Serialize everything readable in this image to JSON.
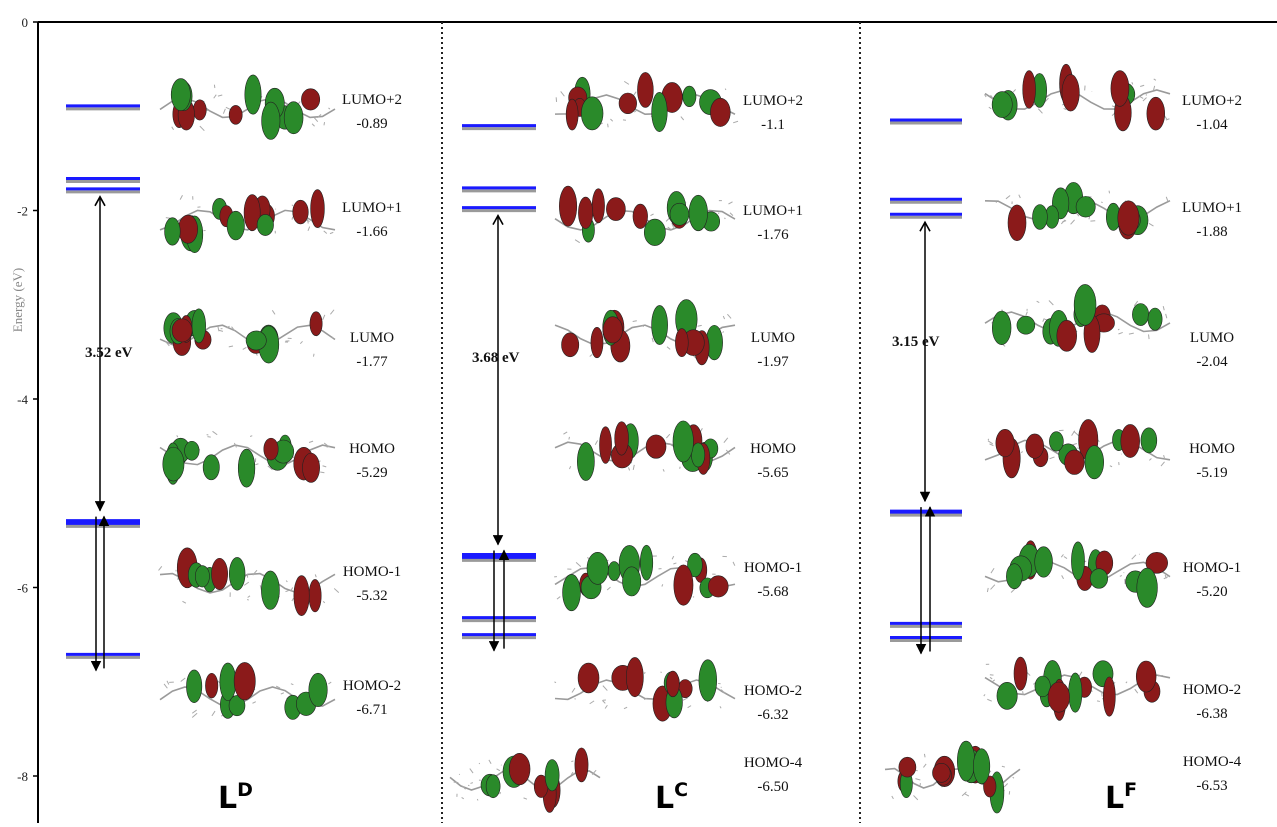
{
  "chart_data": {
    "type": "energy-level diagram",
    "ylabel": "Energy (eV)",
    "ylim": [
      -8.2,
      0
    ],
    "yticks": [
      0,
      -2,
      -4,
      -6,
      -8
    ],
    "grid": false,
    "level_color": "#1a1aff",
    "level_shadow_color": "#9a9a9a",
    "orbital_colors": {
      "positive": "#2a8a2a",
      "negative": "#8b1a1a"
    },
    "panels": [
      {
        "name": "L",
        "superscript": "D",
        "gap_label": "3.52 eV",
        "gap_ev": 3.52,
        "orbitals": [
          {
            "label": "LUMO+2",
            "energy": -0.89,
            "energy_text": "-0.89"
          },
          {
            "label": "LUMO+1",
            "energy": -1.66,
            "energy_text": "-1.66"
          },
          {
            "label": "LUMO",
            "energy": -1.77,
            "energy_text": "-1.77"
          },
          {
            "label": "HOMO",
            "energy": -5.29,
            "energy_text": "-5.29"
          },
          {
            "label": "HOMO-1",
            "energy": -5.32,
            "energy_text": "-5.32"
          },
          {
            "label": "HOMO-2",
            "energy": -6.71,
            "energy_text": "-6.71"
          }
        ]
      },
      {
        "name": "L",
        "superscript": "C",
        "gap_label": "3.68 eV",
        "gap_ev": 3.68,
        "orbitals": [
          {
            "label": "LUMO+2",
            "energy": -1.1,
            "energy_text": "-1.1"
          },
          {
            "label": "LUMO+1",
            "energy": -1.76,
            "energy_text": "-1.76"
          },
          {
            "label": "LUMO",
            "energy": -1.97,
            "energy_text": "-1.97"
          },
          {
            "label": "HOMO",
            "energy": -5.65,
            "energy_text": "-5.65"
          },
          {
            "label": "HOMO-1",
            "energy": -5.68,
            "energy_text": "-5.68"
          },
          {
            "label": "HOMO-2",
            "energy": -6.32,
            "energy_text": "-6.32"
          },
          {
            "label": "HOMO-4",
            "energy": -6.5,
            "energy_text": "-6.50"
          }
        ]
      },
      {
        "name": "L",
        "superscript": "F",
        "gap_label": "3.15 eV",
        "gap_ev": 3.15,
        "orbitals": [
          {
            "label": "LUMO+2",
            "energy": -1.04,
            "energy_text": "-1.04"
          },
          {
            "label": "LUMO+1",
            "energy": -1.88,
            "energy_text": "-1.88"
          },
          {
            "label": "LUMO",
            "energy": -2.04,
            "energy_text": "-2.04"
          },
          {
            "label": "HOMO",
            "energy": -5.19,
            "energy_text": "-5.19"
          },
          {
            "label": "HOMO-1",
            "energy": -5.2,
            "energy_text": "-5.20"
          },
          {
            "label": "HOMO-2",
            "energy": -6.38,
            "energy_text": "-6.38"
          },
          {
            "label": "HOMO-4",
            "energy": -6.53,
            "energy_text": "-6.53"
          }
        ]
      }
    ]
  }
}
